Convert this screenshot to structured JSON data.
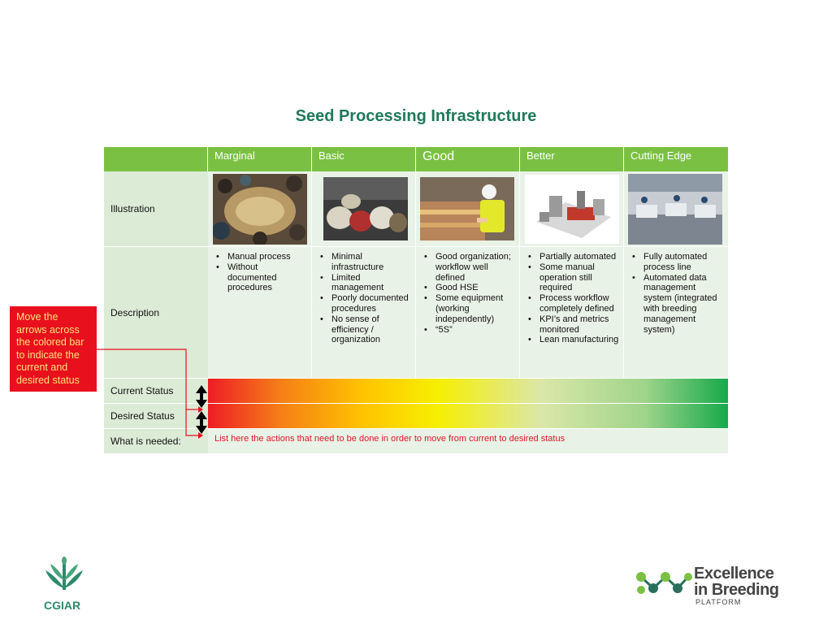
{
  "title": "Seed Processing Infrastructure",
  "columns": [
    "Marginal",
    "Basic",
    "Good",
    "Better",
    "Cutting Edge"
  ],
  "row_labels": {
    "illustration": "Illustration",
    "description": "Description",
    "current": "Current Status",
    "desired": "Desired Status",
    "needed": "What is needed:"
  },
  "descriptions": [
    [
      "Manual process",
      "Without documented procedures"
    ],
    [
      "Minimal infrastructure",
      "Limited management",
      "Poorly documented procedures",
      "No sense of efficiency / organization"
    ],
    [
      "Good organization; workflow well defined",
      "Good HSE",
      "Some equipment (working independently)",
      "“5S”"
    ],
    [
      "Partially automated",
      "Some manual operation still required",
      "Process workflow completely defined",
      "KPI’s and metrics monitored",
      "Lean manufacturing"
    ],
    [
      "Fully automated process line",
      "Automated data management system (integrated with breeding management system)"
    ]
  ],
  "needed_text": "List here the actions that need to be done in order to move from current to desired status",
  "note_text": "Move the arrows across the colored bar to indicate the current and desired status",
  "logos": {
    "cgiar": "CGIAR",
    "eib_line1": "Excellence",
    "eib_line2": "in Breeding",
    "eib_line3": "PLATFORM"
  },
  "colors": {
    "header_green": "#7ac143",
    "title_green": "#1e7a5a",
    "note_red": "#e8101d",
    "needed_red": "#e2142b"
  }
}
